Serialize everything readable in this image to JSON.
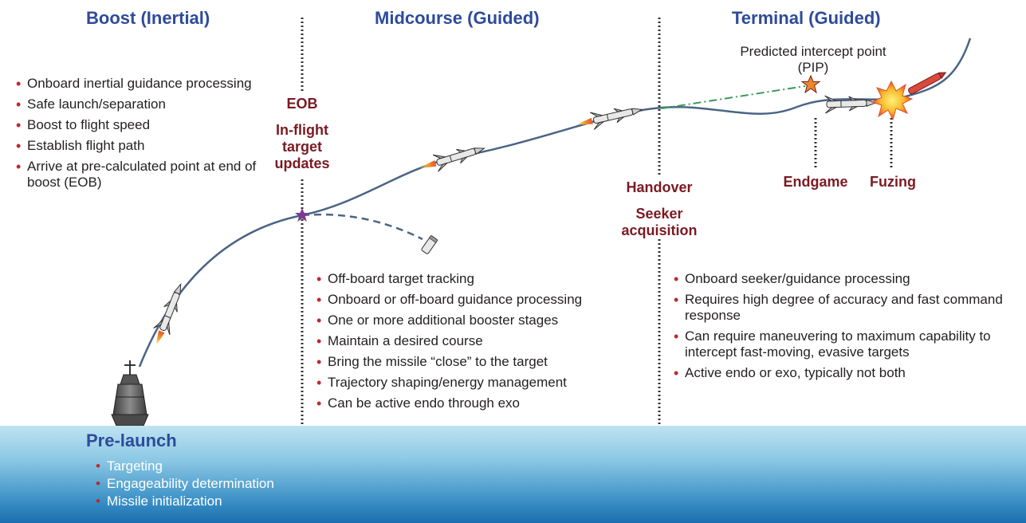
{
  "phases": {
    "boost": {
      "title": "Boost (Inertial)",
      "bullets": [
        "Onboard inertial guidance processing",
        "Safe launch/separation",
        "Boost to flight speed",
        "Establish flight path",
        "Arrive at pre-calculated point at end of boost (EOB)"
      ]
    },
    "midcourse": {
      "title": "Midcourse (Guided)",
      "bullets": [
        "Off-board target tracking",
        "Onboard or off-board guidance processing",
        "One or more additional booster stages",
        "Maintain a desired course",
        "Bring the missile “close” to the target",
        "Trajectory shaping/energy management",
        "Can be active endo through exo"
      ]
    },
    "terminal": {
      "title": "Terminal (Guided)",
      "bullets": [
        "Onboard seeker/guidance processing",
        "Requires high degree of accuracy and fast command response",
        "Can require maneuvering to maximum capability to intercept fast-moving, evasive targets",
        "Active endo or exo, typically not both"
      ]
    }
  },
  "events": {
    "eob": "EOB",
    "inflight": "In-flight target updates",
    "handover": "Handover",
    "seeker": "Seeker acquisition",
    "endgame": "Endgame",
    "fuzing": "Fuzing"
  },
  "pip_label": "Predicted intercept point (PIP)",
  "prelaunch": {
    "title": "Pre-launch",
    "bullets": [
      "Targeting",
      "Engageability determination",
      "Missile initialization"
    ]
  },
  "colors": {
    "phase_title": "#2e4b9b",
    "event_label": "#7a1a22",
    "bullet": "#c0282d",
    "trajectory": "#4a6485",
    "pip_line": "#3a9a5a"
  }
}
